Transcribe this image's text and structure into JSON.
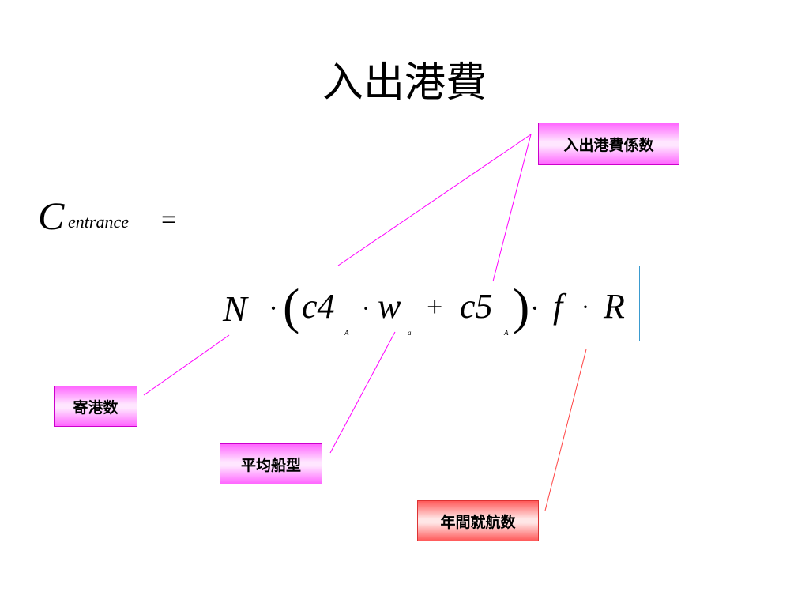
{
  "slide": {
    "title": "入出港費"
  },
  "formula": {
    "lhs_symbol": "C",
    "lhs_subscript": "entrance",
    "equals": "=",
    "terms": {
      "N": "N",
      "dot": "·",
      "lparen": "(",
      "c4": "c4",
      "w": "w",
      "plus": "+",
      "c5": "c5",
      "rparen": ")",
      "f": "f",
      "R": "R"
    },
    "subscripts": {
      "c4": "A",
      "w": "a",
      "c5": "A"
    }
  },
  "labels": {
    "coefficient": "入出港費係数",
    "port_calls": "寄港数",
    "avg_ship_size": "平均船型",
    "annual_voyages": "年間就航数"
  },
  "colors": {
    "callout_pink": "#ff66ff",
    "callout_red": "#ff5a5a",
    "line_magenta": "#ff00ff",
    "line_red": "#ff4444",
    "box_blue": "#3a9bd0"
  }
}
